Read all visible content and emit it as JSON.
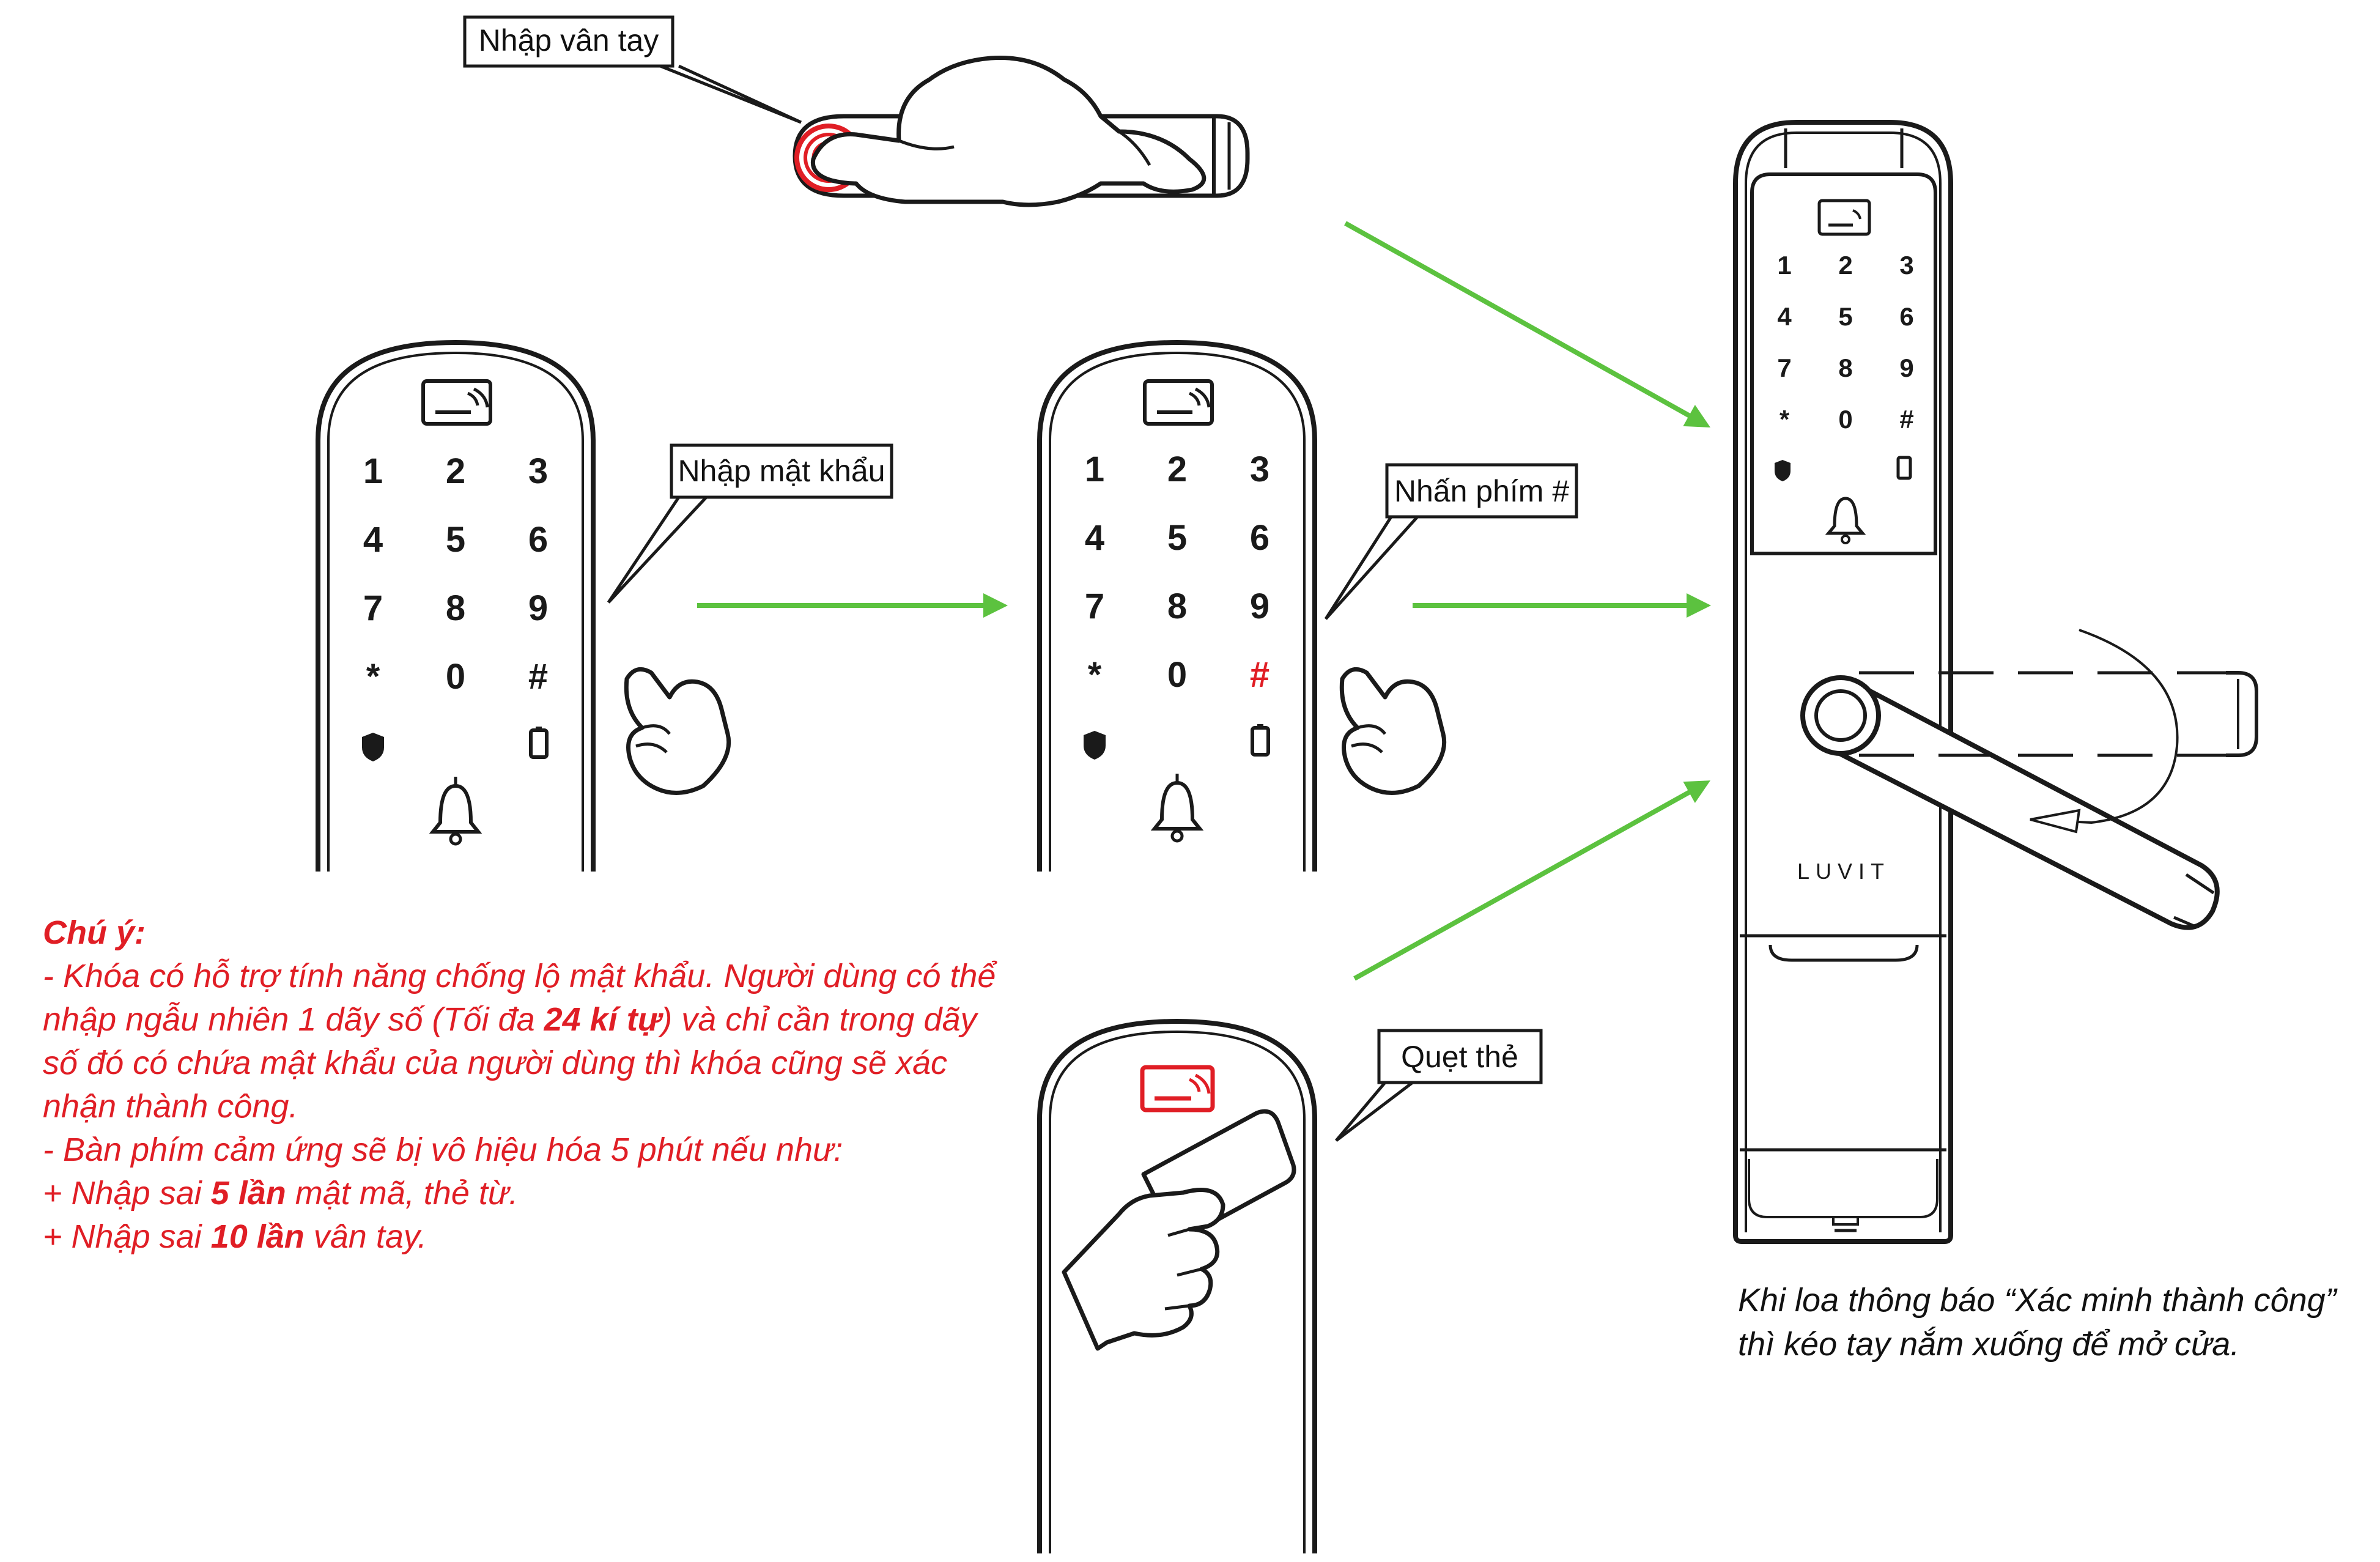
{
  "callouts": {
    "fingerprint": "Nhập vân tay",
    "password": "Nhập mật khẩu",
    "press_hash": "Nhấn phím #",
    "swipe_card": "Quẹt thẻ"
  },
  "keypad_keys": [
    "1",
    "2",
    "3",
    "4",
    "5",
    "6",
    "7",
    "8",
    "9",
    "*",
    "0",
    "#"
  ],
  "brand": "LUVIT",
  "note": {
    "title": "Chú ý:",
    "line1_a": "- Khóa có hỗ trợ tính năng chống lộ mật khẩu. Người dùng có thể nhập ngẫu nhiên 1 dãy số (Tối đa ",
    "line1_b": "24 kí tự",
    "line1_c": ") và chỉ cần trong dãy số đó có chứa mật khẩu của người dùng thì khóa cũng sẽ xác nhận thành công.",
    "line2": "- Bàn phím cảm ứng sẽ bị vô hiệu hóa 5 phút nếu như:",
    "line3_a": "+ Nhập sai ",
    "line3_b": "5 lần",
    "line3_c": " mật mã, thẻ từ.",
    "line4_a": "+ Nhập sai ",
    "line4_b": "10 lần",
    "line4_c": " vân tay."
  },
  "caption": {
    "line1": "Khi loa thông báo “Xác minh thành công”",
    "line2": "thì kéo tay nắm xuống để mở cửa."
  },
  "colors": {
    "arrow": "#5cc23f",
    "accent": "#e01e25",
    "stroke": "#1a1a1a"
  }
}
